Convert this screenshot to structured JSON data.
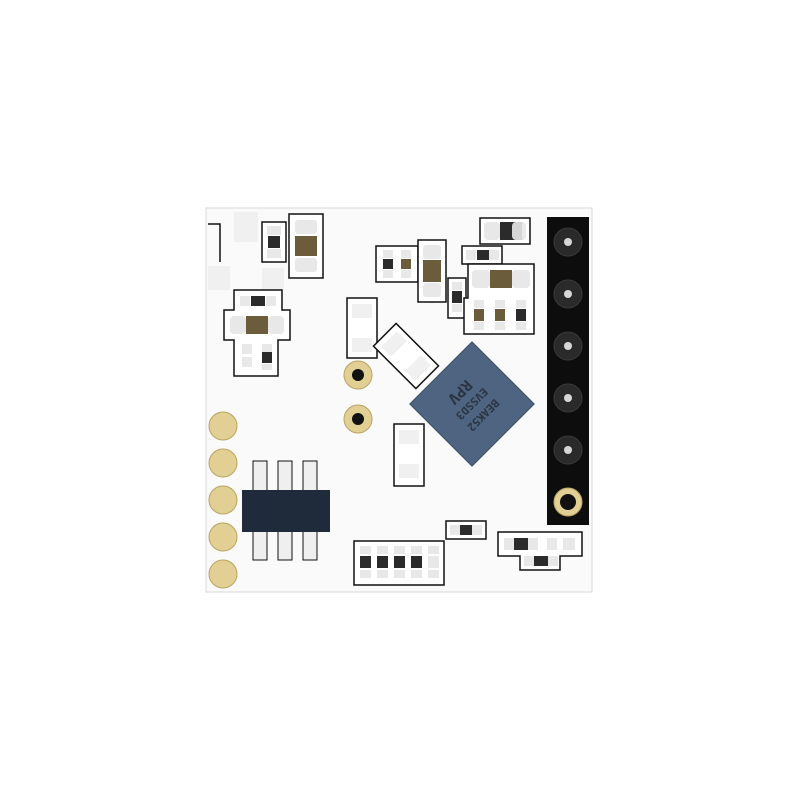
{
  "board": {
    "colors": {
      "pcb": "#fafafa",
      "pcb_edge": "#d8d8d8",
      "silkscreen": "#111111",
      "pad": "#e8e8e8",
      "gold_pad": "#e2cf94",
      "gold_pad_edge": "#b9a462",
      "resistor_dark": "#2b2b2b",
      "capacitor_body": "#6b5d3c",
      "ic_body": "#1f2a3a",
      "qfn_body": "#4e6480",
      "header_body": "#0d0d0d",
      "header_pin": "#d7d7d7"
    },
    "qfn_chip": {
      "marking_lines": [
        "BEAK52",
        "EVSSD3",
        "RPV"
      ]
    },
    "header": {
      "pin_count": 6,
      "icon": "pin-header-icon"
    },
    "edge_pads": {
      "count": 5,
      "icon": "gold-pad-icon"
    }
  }
}
